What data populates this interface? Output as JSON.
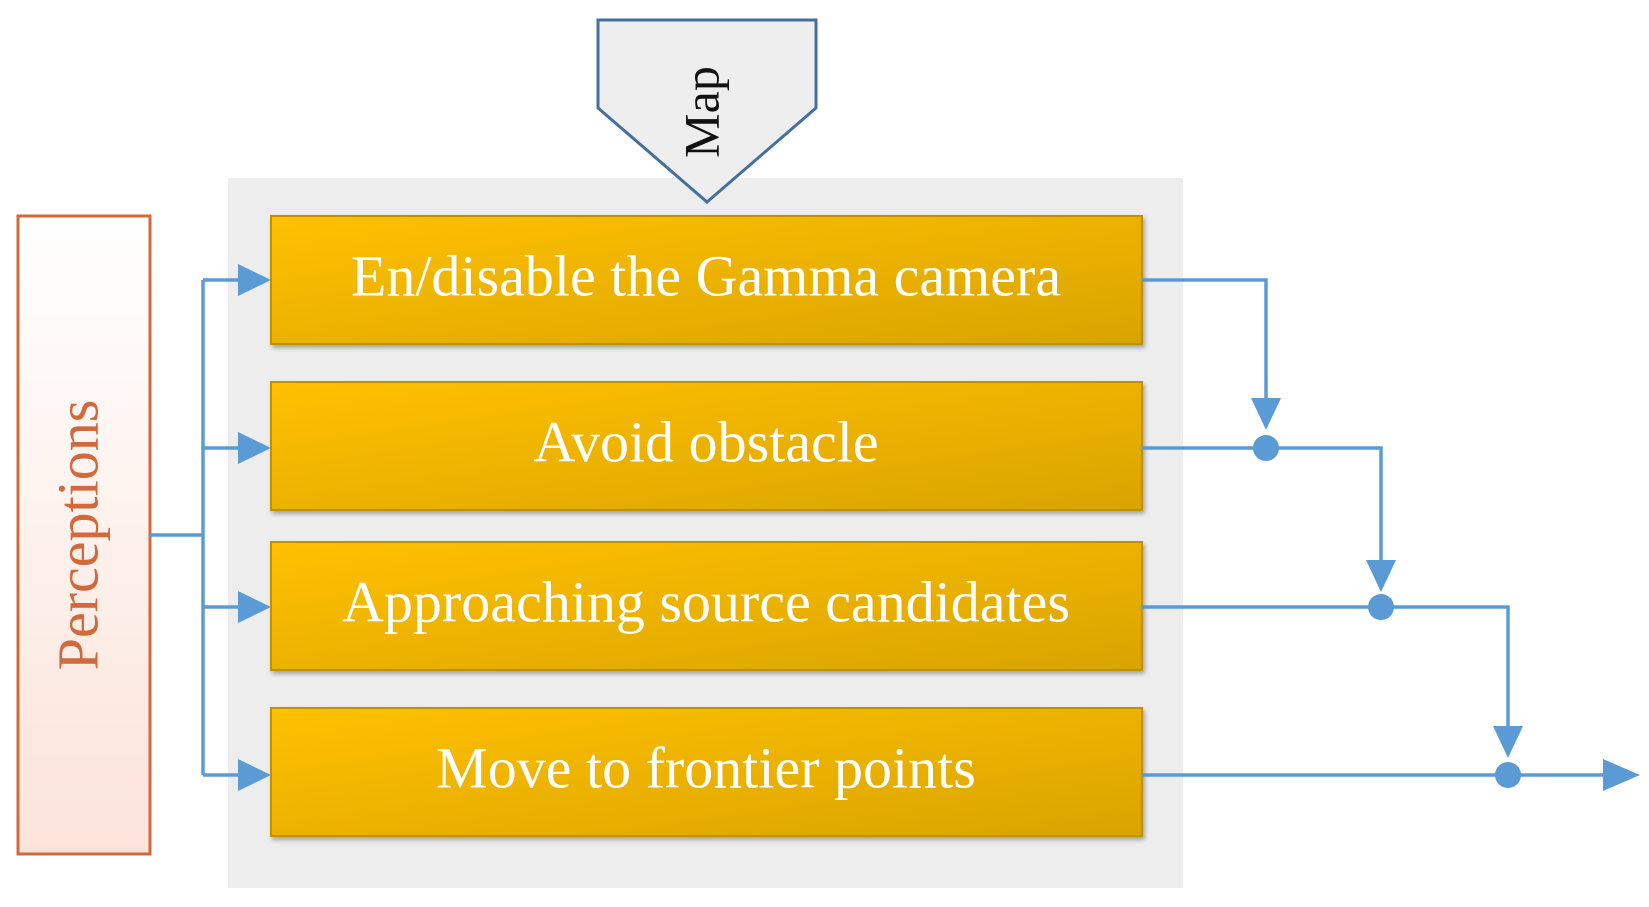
{
  "diagram": {
    "map_label": "Map",
    "perceptions_label": "Perceptions",
    "behaviors": [
      {
        "label": "En/disable the Gamma camera"
      },
      {
        "label": "Avoid obstacle"
      },
      {
        "label": "Approaching source candidates"
      },
      {
        "label": "Move to frontier points"
      }
    ],
    "colors": {
      "behavior_fill_light": "#ffc000",
      "behavior_fill_dark": "#d9a400",
      "behavior_border": "#c09000",
      "panel_background": "#ededed",
      "perceptions_border": "#d2693a",
      "perceptions_fill_light": "#fbe3da",
      "connector": "#5b9bd5",
      "map_fill": "#eeeeee",
      "map_border": "#41719c"
    }
  }
}
